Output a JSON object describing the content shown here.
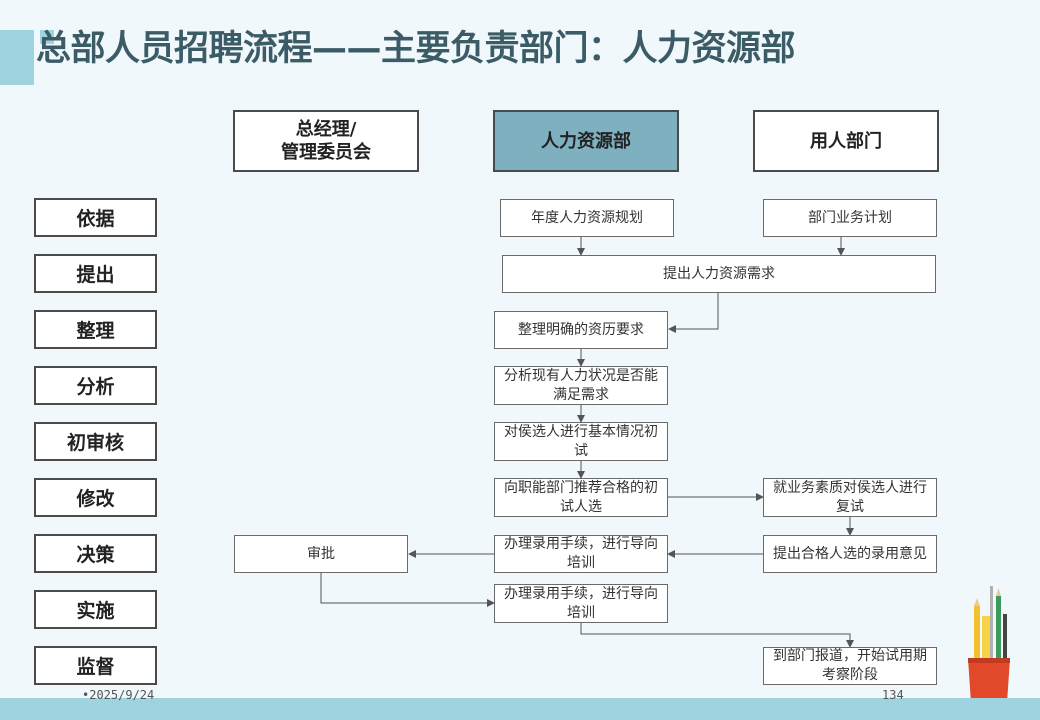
{
  "title": "总部人员招聘流程——主要负责部门：人力资源部",
  "columns": {
    "gm": "总经理/\n管理委员会",
    "hr": "人力资源部",
    "dept": "用人部门"
  },
  "stages": [
    "依据",
    "提出",
    "整理",
    "分析",
    "初审核",
    "修改",
    "决策",
    "实施",
    "监督"
  ],
  "steps": {
    "hr_plan": "年度人力资源规划",
    "dept_plan": "部门业务计划",
    "propose": "提出人力资源需求",
    "organize": "整理明确的资历要求",
    "analyze": "分析现有人力状况是否能满足需求",
    "screen": "对侯选人进行基本情况初试",
    "recommend": "向职能部门推荐合格的初试人选",
    "retest": "就业务素质对侯选人进行复试",
    "opinion": "提出合格人选的录用意见",
    "handle1": "办理录用手续，进行导向培训",
    "approve": "审批",
    "handle2": "办理录用手续，进行导向培训",
    "probation": "到部门报道，开始试用期考察阶段"
  },
  "footer": {
    "date": "2025/9/24",
    "page": "134"
  },
  "colors": {
    "accent": "#9ed3df",
    "title": "#3b5c66",
    "hr_header": "#7fb0bf",
    "background": "#f1f8fb"
  }
}
